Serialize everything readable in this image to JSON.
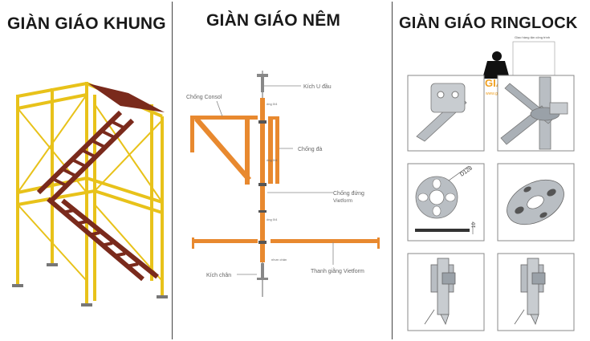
{
  "panels": [
    {
      "title": "GIÀN GIÁO KHUNG"
    },
    {
      "title": "GIÀN GIÁO NÊM",
      "labels": {
        "u_head_jack": "Kích U đầu",
        "consol": "Chống Consol",
        "brace": "Chống đà",
        "standard_1": "Chống đứng",
        "standard_2": "Vietform",
        "base_jack": "Kích chân",
        "ledger": "Thanh giằng Vietform",
        "tick_1": "ống 0/4",
        "tick_2": "ống 0/4",
        "tick_3": "ống 0/4",
        "tick_4": "nhưn chân"
      }
    },
    {
      "title": "GIÀN GIÁO RINGLOCK",
      "watermark": {
        "brand": "GIÀN GIÁO",
        "tagline": "Giao hàng tận công trình",
        "url": "www.giangiaoxaydung.com"
      },
      "dimension_label": "D128",
      "thickness_label": "10"
    }
  ],
  "colors": {
    "frame_yellow": "#e8c21a",
    "stair_brown": "#7a2a1c",
    "orange": "#e8892f",
    "steel": "#9aa1a8"
  }
}
